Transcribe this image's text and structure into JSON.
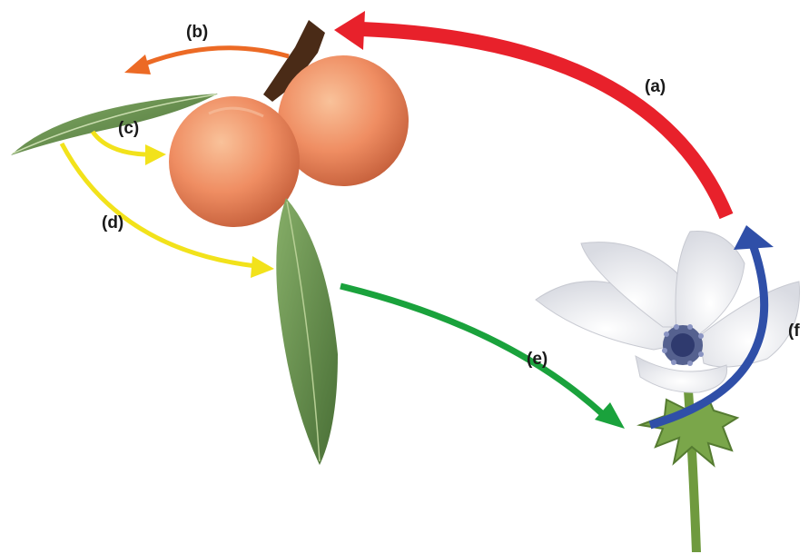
{
  "labels": {
    "a": "(a)",
    "b": "(b)",
    "c": "(c)",
    "d": "(d)",
    "e": "(e)",
    "f": "(f"
  },
  "colors": {
    "arrow_a": "#e8212b",
    "arrow_b": "#ec6a25",
    "arrow_c": "#f2e21b",
    "arrow_d": "#f2e21b",
    "arrow_e": "#1aa23c",
    "arrow_f": "#2f4fa8",
    "fruit": "#f08a62",
    "leaf": "#5f8a4a",
    "petal": "#f1f1f3",
    "stamens": "#3a4a86",
    "stem": "#6f9a3e"
  },
  "icons": [
    "fruit-cluster",
    "leaf",
    "flower"
  ]
}
